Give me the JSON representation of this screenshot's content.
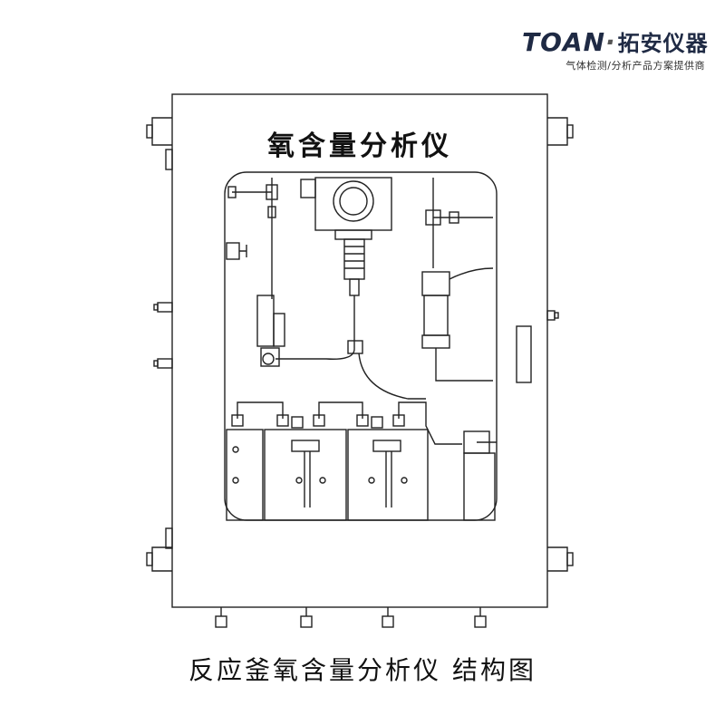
{
  "logo": {
    "brand": "TOAN",
    "separator": "·",
    "brand_cn": "拓安仪器",
    "tagline": "气体检测/分析产品方案提供商"
  },
  "panel": {
    "title": "氧含量分析仪"
  },
  "caption": "反应釜氧含量分析仪  结构图"
}
